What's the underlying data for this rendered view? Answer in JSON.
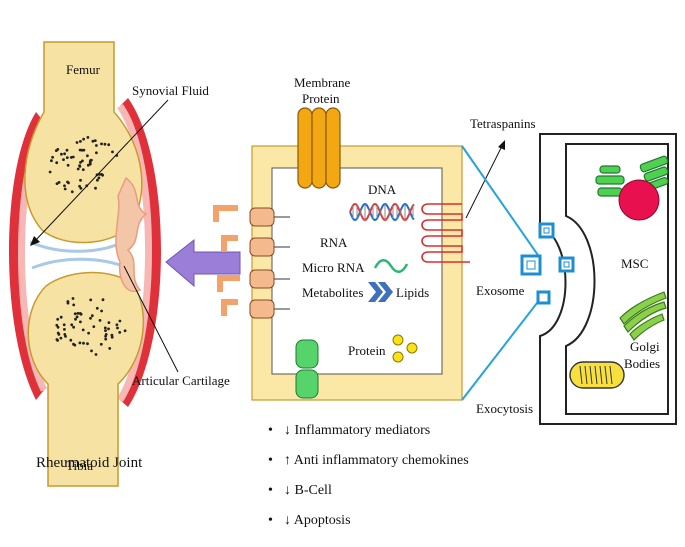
{
  "joint": {
    "femur": "Femur",
    "tibia": "Tibia",
    "synovial_fluid": "Synovial Fluid",
    "articular_cartilage": "Articular Cartilage",
    "caption": "Rheumatoid Joint"
  },
  "exosome": {
    "membrane_protein": [
      "Membrane",
      "Protein"
    ],
    "tetraspanins": "Tetraspanins",
    "dna": "DNA",
    "rna": "RNA",
    "micro_rna": "Micro RNA",
    "metabolites": "Metabolites",
    "lipids": "Lipids",
    "protein": "Protein"
  },
  "cell": {
    "exosome": "Exosome",
    "exocytosis": "Exocytosis",
    "msc": "MSC",
    "golgi_bodies": [
      "Golgi",
      "Bodies"
    ]
  },
  "effects": [
    {
      "arrow": "↓",
      "text": "Inflammatory mediators"
    },
    {
      "arrow": "↑",
      "text": "Anti inflammatory chemokines"
    },
    {
      "arrow": "↓",
      "text": "B-Cell"
    },
    {
      "arrow": "↓",
      "text": "Apoptosis"
    }
  ],
  "colors": {
    "bone": "#f6e3a3",
    "bone_outline": "#c99a2e",
    "synovial": "#e0313a",
    "membrane": "#fbe8a6",
    "protein_orange": "#f3a712",
    "lipid_tan": "#f5b98e",
    "exosome_blue": "#1c8fd2",
    "arrow_purple": "#9b7ed8",
    "dna_blue": "#1f6fd1",
    "dna_red": "#e33a3a",
    "mirna_green": "#2bb673",
    "er_green": "#4fd04f",
    "nucleus": "#e8104f",
    "mitochondrion": "#f7e03c"
  }
}
